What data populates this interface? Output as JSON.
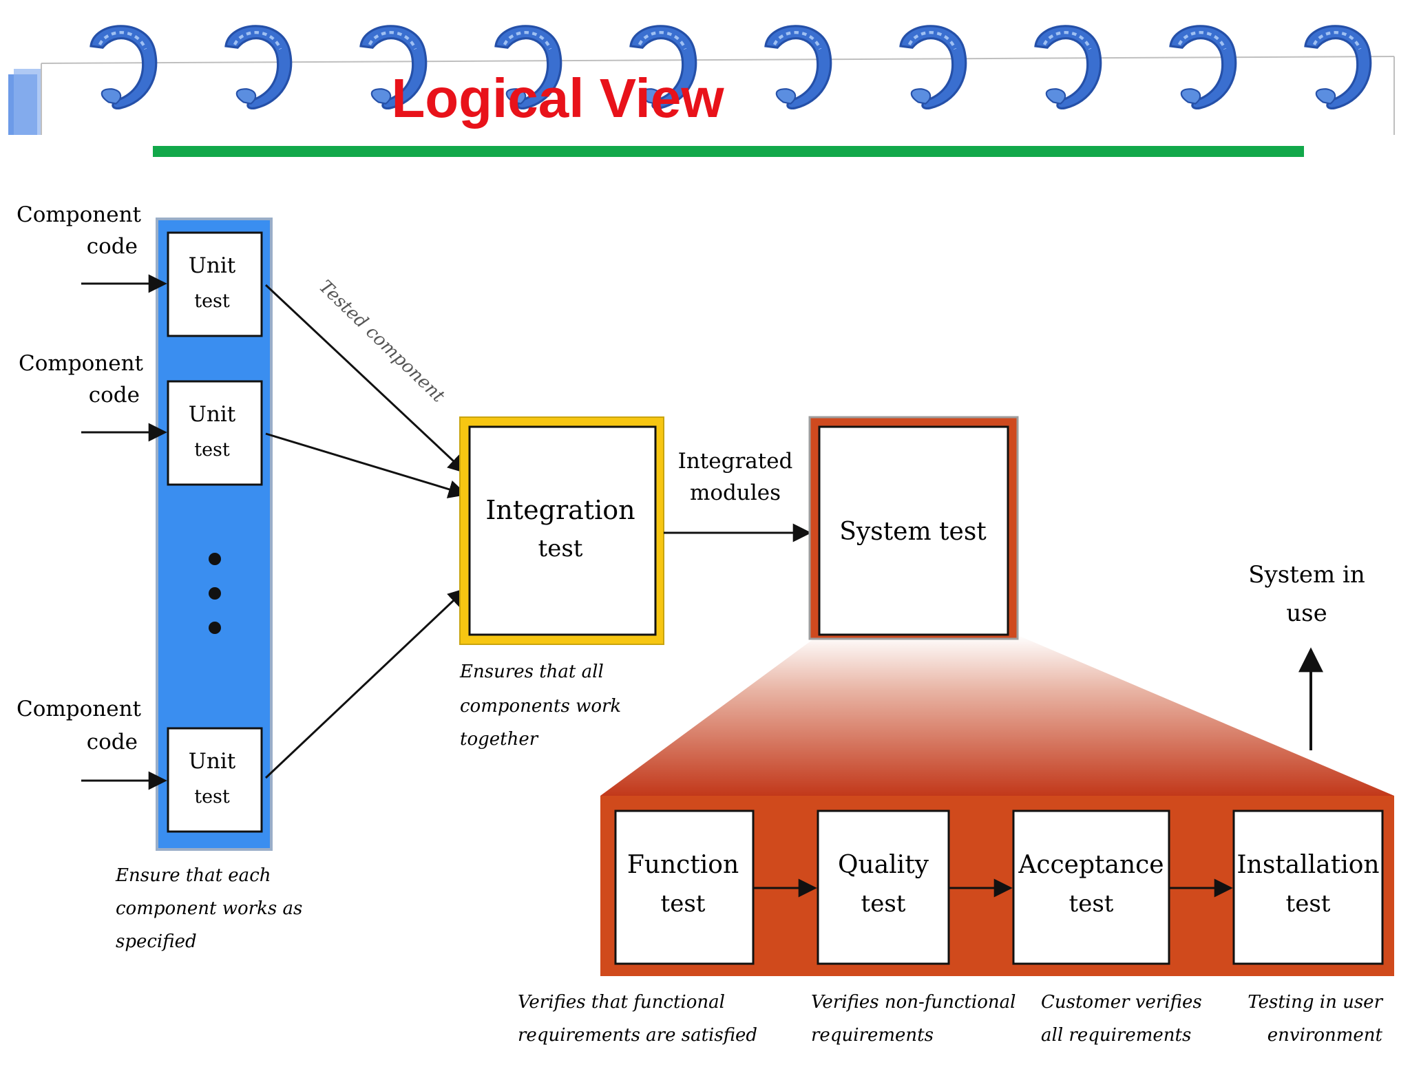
{
  "header": {
    "title": "Logical  View",
    "title_color": "#e8121a",
    "rule_color": "#12a84a",
    "spiral_color": "#3467c9",
    "spiral_count": 10
  },
  "diagram": {
    "inputs": [
      {
        "label_line1": "Component",
        "label_line2": "code"
      },
      {
        "label_line1": "Component",
        "label_line2": "code"
      },
      {
        "label_line1": "Component",
        "label_line2": "code"
      }
    ],
    "unit_tests": [
      {
        "line1": "Unit",
        "line2": "test"
      },
      {
        "line1": "Unit",
        "line2": "test"
      },
      {
        "line1": "Unit",
        "line2": "test"
      }
    ],
    "unit_panel_color": "#3a8ef0",
    "unit_caption": [
      "Ensure that each",
      "component works as",
      "specified"
    ],
    "tested_component_label": "Tested component",
    "integration": {
      "line1": "Integration",
      "line2": "test",
      "frame_color": "#f7c612"
    },
    "integration_caption": [
      "Ensures that all",
      "components work",
      "together"
    ],
    "integrated_modules": [
      "Integrated",
      "modules"
    ],
    "system": {
      "label": "System test",
      "frame_color": "#cf4a1f"
    },
    "system_in_use": [
      "System in",
      "use"
    ],
    "stages_panel_color": "#d04a1c",
    "stages": [
      {
        "line1": "Function",
        "line2": "test",
        "caption": [
          "Verifies that functional",
          "requirements are satisfied"
        ]
      },
      {
        "line1": "Quality",
        "line2": "test",
        "caption": [
          "Verifies non-functional",
          "requirements"
        ]
      },
      {
        "line1": "Acceptance",
        "line2": "test",
        "caption": [
          "Customer verifies",
          "all requirements"
        ]
      },
      {
        "line1": "Installation",
        "line2": "test",
        "caption": [
          "Testing in user",
          "environment"
        ]
      }
    ]
  }
}
